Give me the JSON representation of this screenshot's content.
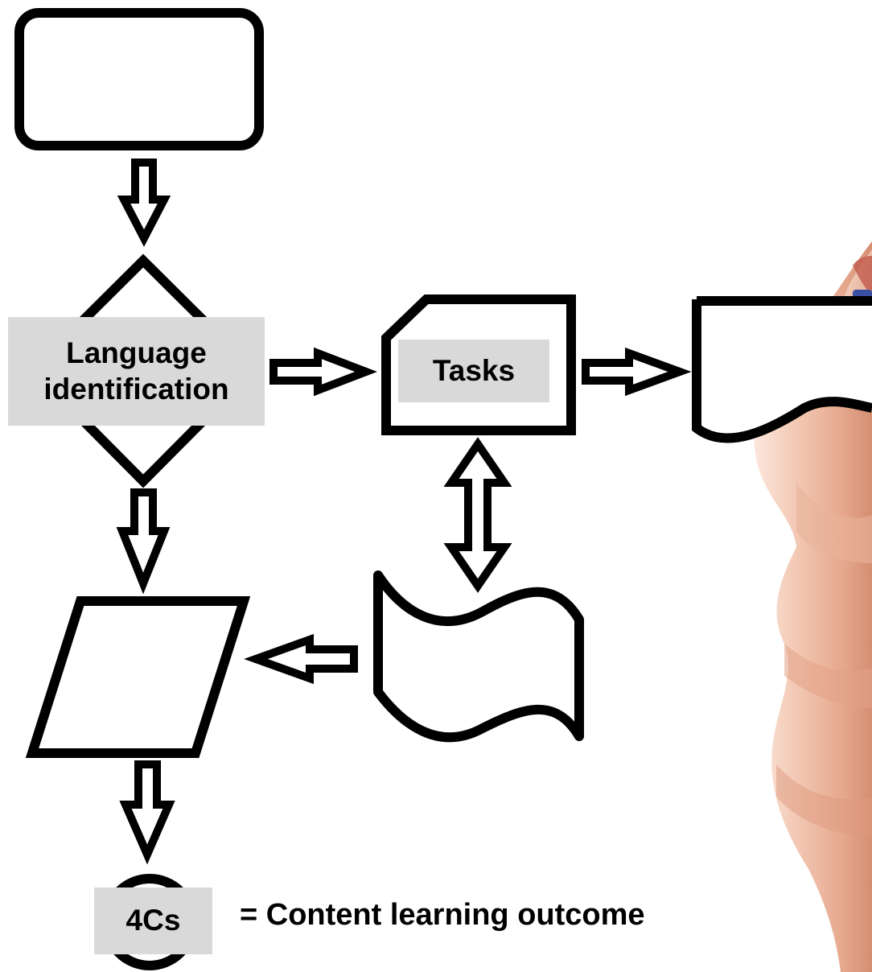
{
  "diagram": {
    "labels": {
      "language_identification": "Language\nidentification",
      "tasks": "Tasks",
      "four_cs": "4Cs",
      "caption": "= Content learning outcome"
    },
    "colors": {
      "stroke": "#000000",
      "label_fill": "#d9d9d9",
      "skin_light": "#f6d4c3",
      "skin_mid": "#e7a98f",
      "skin_shadow": "#c98469",
      "nail": "#c25a4c",
      "pen_blue": "#3a4fa3"
    },
    "shapes": [
      "terminator-rectangle",
      "decision-diamond",
      "card-shape",
      "document-shape",
      "parallelogram",
      "wave-tape-shape",
      "terminal-circle"
    ],
    "background_image": "hand-holding-marker"
  }
}
